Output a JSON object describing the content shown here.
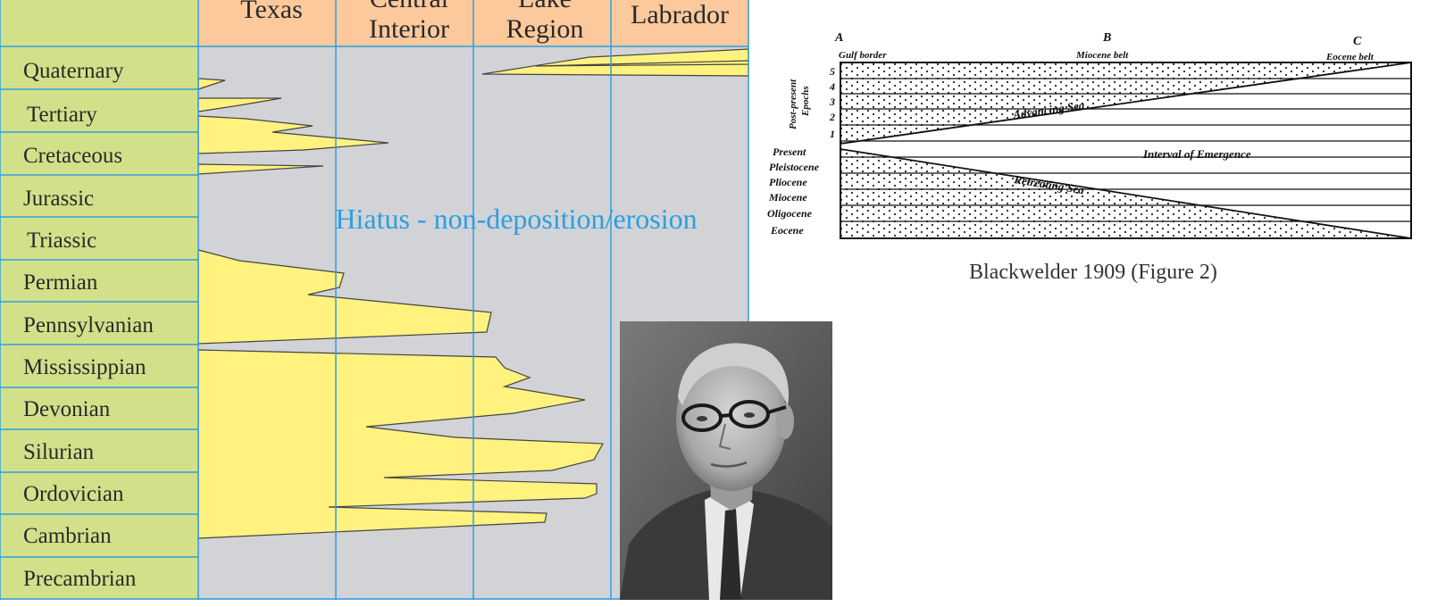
{
  "wheeler_diagram": {
    "regions": [
      {
        "lines": [
          "Texas"
        ]
      },
      {
        "lines": [
          "Central",
          "Interior"
        ]
      },
      {
        "lines": [
          "Lake",
          "Region"
        ]
      },
      {
        "lines": [
          "Labrador"
        ]
      }
    ],
    "periods": [
      "Quaternary",
      "Tertiary",
      "Cretaceous",
      "Jurassic",
      "Triassic",
      "Permian",
      "Pennsylvanian",
      "Mississippian",
      "Devonian",
      "Silurian",
      "Ordovician",
      "Cambrian",
      "Precambrian"
    ],
    "hiatus_label": "Hiatus - non-deposition/erosion",
    "colors": {
      "period_column": "#d3e08a",
      "header": "#fcc99c",
      "hiatus_bg": "#d1d3d6",
      "deposit": "#fff27f",
      "grid": "#2d9fe0",
      "hiatus_text": "#2d9fe0"
    }
  },
  "portrait": {
    "description_icon": "person-portrait-icon"
  },
  "blackwelder_figure": {
    "points": [
      "A",
      "B",
      "C"
    ],
    "belts": [
      "Gulf border",
      "Miocene belt",
      "Eocene belt"
    ],
    "axis_label": [
      "Post-present",
      "Epochs"
    ],
    "epoch_numbers": [
      "5",
      "4",
      "3",
      "2",
      "1"
    ],
    "epochs": [
      "Present",
      "Pleistocene",
      "Pliocene",
      "Miocene",
      "Oligocene",
      "Eocene"
    ],
    "advancing": "Advancing Sea",
    "emergence": "Interval of Emergence",
    "retreating": "Retreating Sea",
    "caption": "Blackwelder 1909 (Figure 2)"
  }
}
